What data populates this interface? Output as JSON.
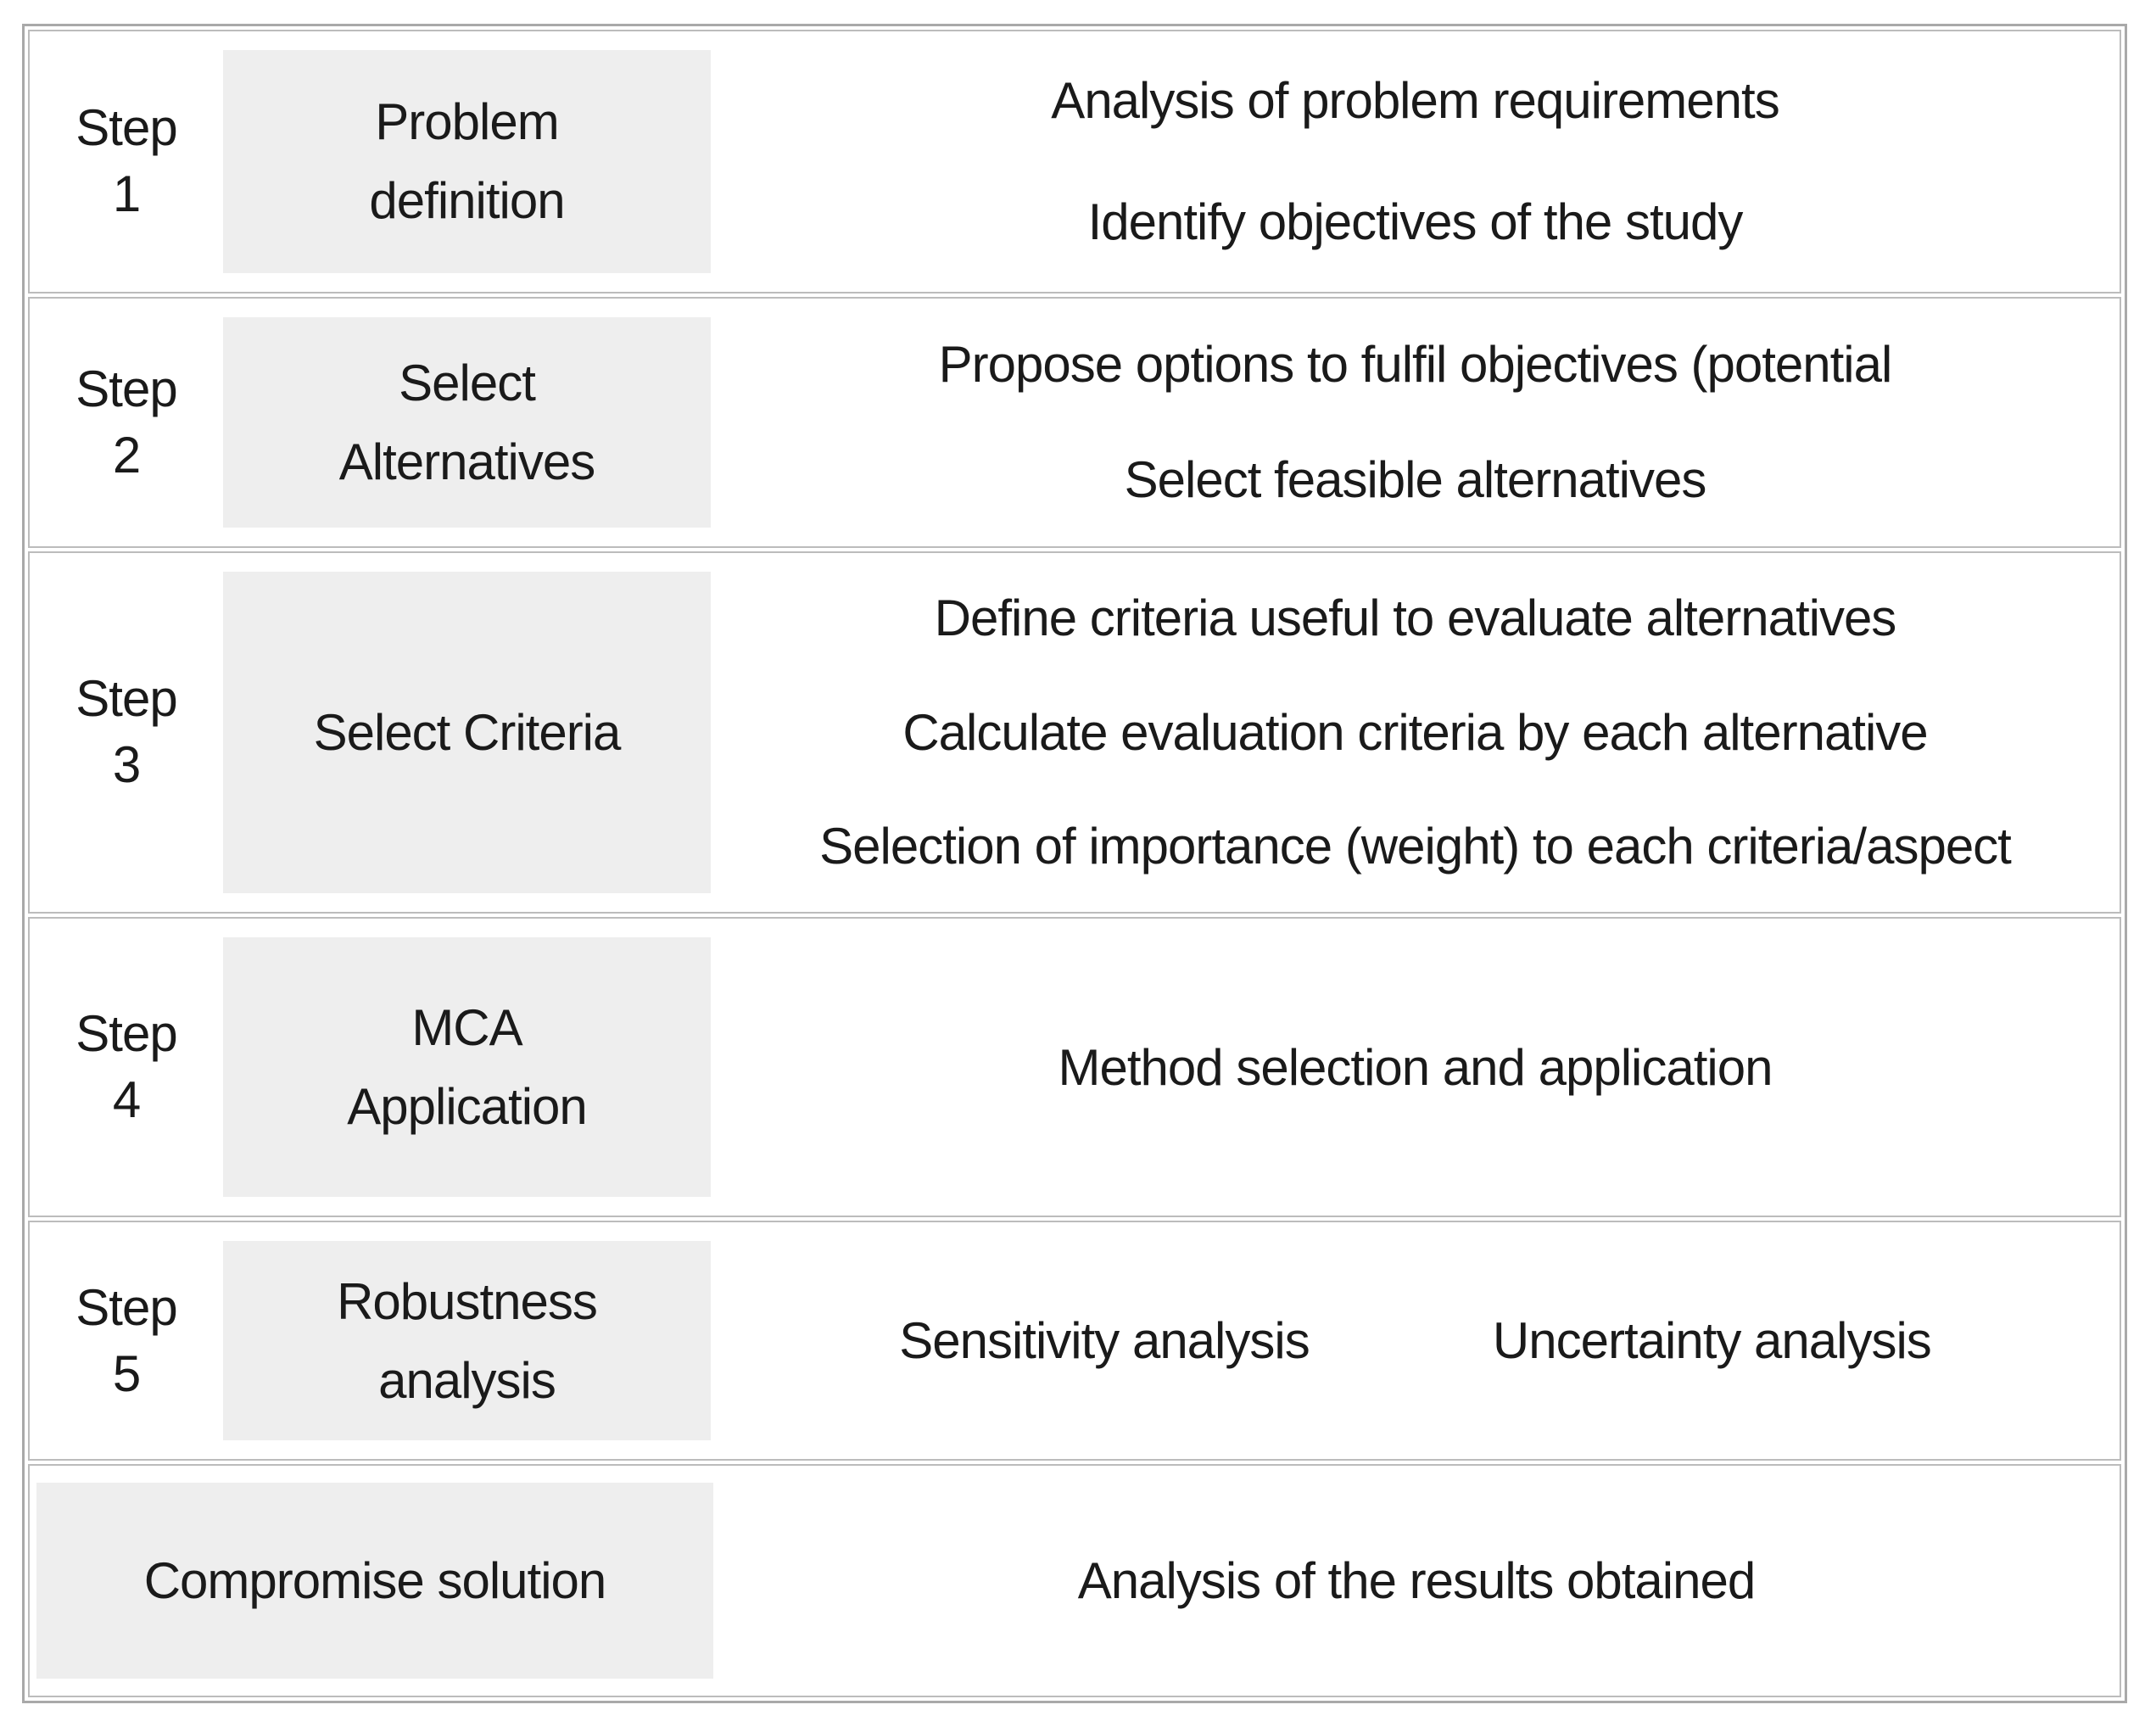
{
  "figure": {
    "description": "MCA methodology steps diagram",
    "rows": [
      {
        "step": "Step\n1",
        "box": "Problem\ndefinition",
        "notes": [
          "Analysis of problem requirements",
          "Identify objectives of the study"
        ]
      },
      {
        "step": "Step\n2",
        "box": "Select\nAlternatives",
        "notes": [
          "Propose options to fulfil objectives (potential",
          "Select feasible alternatives"
        ]
      },
      {
        "step": "Step\n3",
        "box": "Select Criteria",
        "notes": [
          "Define criteria useful to evaluate alternatives",
          "Calculate evaluation criteria by each alternative",
          "Selection of importance (weight) to each criteria/aspect"
        ]
      },
      {
        "step": "Step\n4",
        "box": "MCA\nApplication",
        "notes": [
          "Method selection and application"
        ]
      },
      {
        "step": "Step\n5",
        "box": "Robustness\nanalysis",
        "notes": [
          "Sensitivity analysis",
          "Uncertainty analysis"
        ]
      },
      {
        "step": "",
        "box": "Compromise solution",
        "notes": [
          "Analysis of the results obtained"
        ]
      }
    ],
    "colors": {
      "box_fill": "#eeeeee",
      "border": "#a9a9a9",
      "border_light": "#bcbcbc",
      "text": "#1a1a1a"
    }
  }
}
